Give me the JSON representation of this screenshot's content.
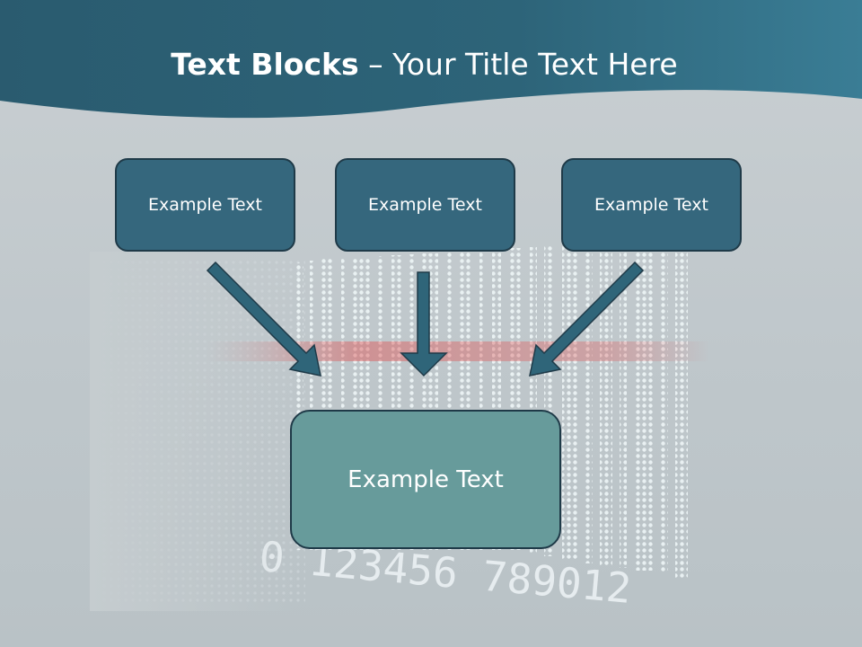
{
  "slide": {
    "title_bold": "Text Blocks",
    "title_sep": " – ",
    "title_rest": "Your Title Text Here",
    "boxes": [
      {
        "label": "Example Text"
      },
      {
        "label": "Example Text"
      },
      {
        "label": "Example Text"
      }
    ],
    "center_box": {
      "label": "Example Text"
    },
    "background": {
      "barcode_digits": "0 123456 789012",
      "header_color": "#2f6579",
      "box_color": "#35677d",
      "center_box_color": "#679b9b",
      "arrow_color": "#2f6579"
    }
  }
}
